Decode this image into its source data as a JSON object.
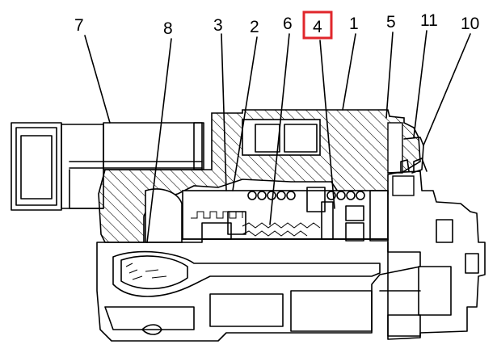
{
  "diagram": {
    "type": "exploded cross-section part diagram",
    "highlight_color": "#e0262b",
    "line_color": "#000000",
    "callouts": [
      {
        "id": "c7",
        "label": "7",
        "highlighted": false
      },
      {
        "id": "c8",
        "label": "8",
        "highlighted": false
      },
      {
        "id": "c3",
        "label": "3",
        "highlighted": false
      },
      {
        "id": "c2",
        "label": "2",
        "highlighted": false
      },
      {
        "id": "c6",
        "label": "6",
        "highlighted": false
      },
      {
        "id": "c4",
        "label": "4",
        "highlighted": true
      },
      {
        "id": "c1",
        "label": "1",
        "highlighted": false
      },
      {
        "id": "c5",
        "label": "5",
        "highlighted": false
      },
      {
        "id": "c11",
        "label": "11",
        "highlighted": false
      },
      {
        "id": "c10",
        "label": "10",
        "highlighted": false
      }
    ]
  }
}
